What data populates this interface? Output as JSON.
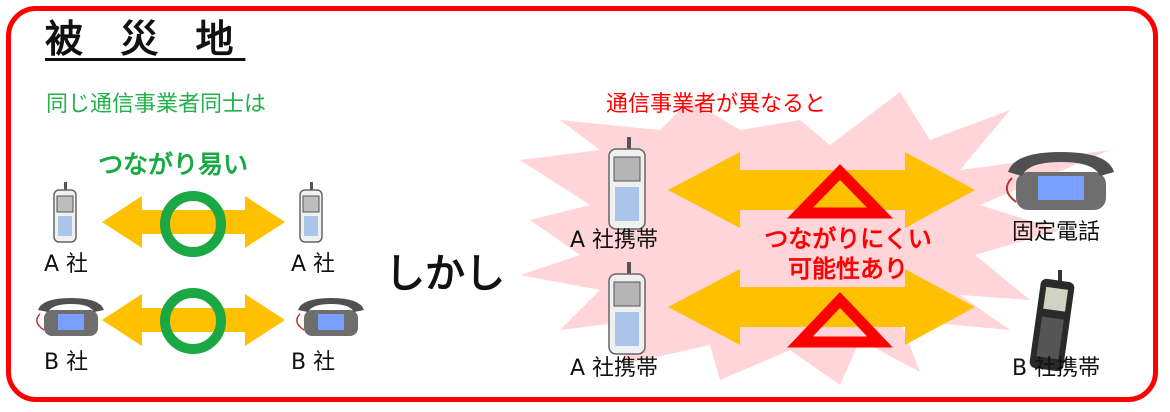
{
  "title": "被 災 地",
  "left_caption": "同じ通信事業者同士は",
  "right_caption": "通信事業者が異なると",
  "easy_label": "つながり易い",
  "but_label": "しかし",
  "hard_label_line1": "つながりにくい",
  "hard_label_line2": "可能性あり",
  "devices": {
    "left_top_a": "A 社",
    "left_top_b": "A 社",
    "left_bottom_a": "B 社",
    "left_bottom_b": "B 社",
    "right_top_left": "A 社携帯",
    "right_top_right": "固定電話",
    "right_bottom_left": "A 社携帯",
    "right_bottom_right": "B 社携帯"
  },
  "colors": {
    "frame": "#ff0000",
    "arrow": "#ffc000",
    "circle": "#19a843",
    "triangle": "#ff0000",
    "burst": "#ffd5da"
  }
}
